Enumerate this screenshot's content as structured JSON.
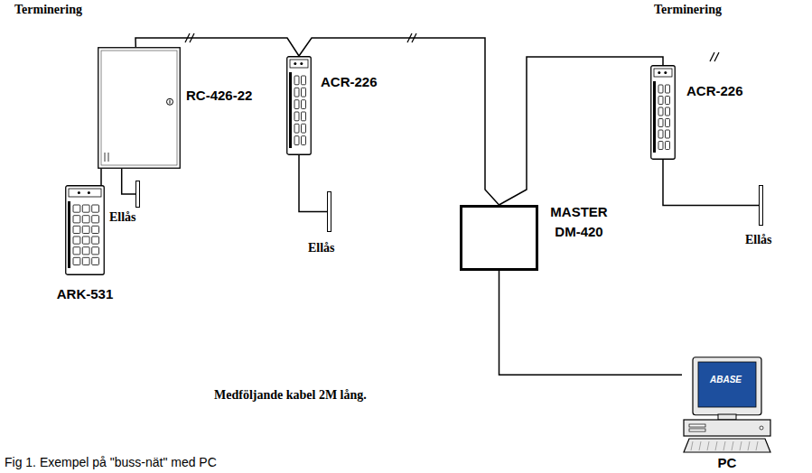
{
  "diagram": {
    "caption": "Fig 1. Exempel på \"buss-nät\" med PC",
    "nodes": [
      {
        "text": [
          "RC-426-22"
        ]
      },
      {
        "text": [
          "ACR-226"
        ]
      },
      {
        "text": [
          "ACR-226"
        ]
      },
      {
        "text": [
          "Ellås"
        ]
      },
      {
        "text": [
          "Ellås"
        ]
      },
      {
        "text": [
          "MASTER DM-420"
        ]
      },
      {
        "text": [
          "Ellås"
        ]
      },
      {
        "text": [
          "ARK-531"
        ]
      },
      {
        "text": [
          "ABASE",
          "PC"
        ]
      }
    ],
    "edges": [
      {
        "from": 0,
        "to": 1,
        "arrow": "none"
      },
      {
        "from": 1,
        "to": 5,
        "arrow": "none"
      },
      {
        "from": 5,
        "to": 2,
        "arrow": "none"
      },
      {
        "from": 0,
        "to": 3,
        "arrow": "none"
      },
      {
        "from": 0,
        "to": 7,
        "arrow": "none"
      },
      {
        "from": 1,
        "to": 4,
        "arrow": "none"
      },
      {
        "from": 2,
        "to": 6,
        "arrow": "none"
      },
      {
        "from": 5,
        "to": 8,
        "label": "Medföljande kabel 2M lång.",
        "arrow": "none"
      }
    ],
    "labels": [
      "Terminering",
      "Terminering"
    ]
  }
}
